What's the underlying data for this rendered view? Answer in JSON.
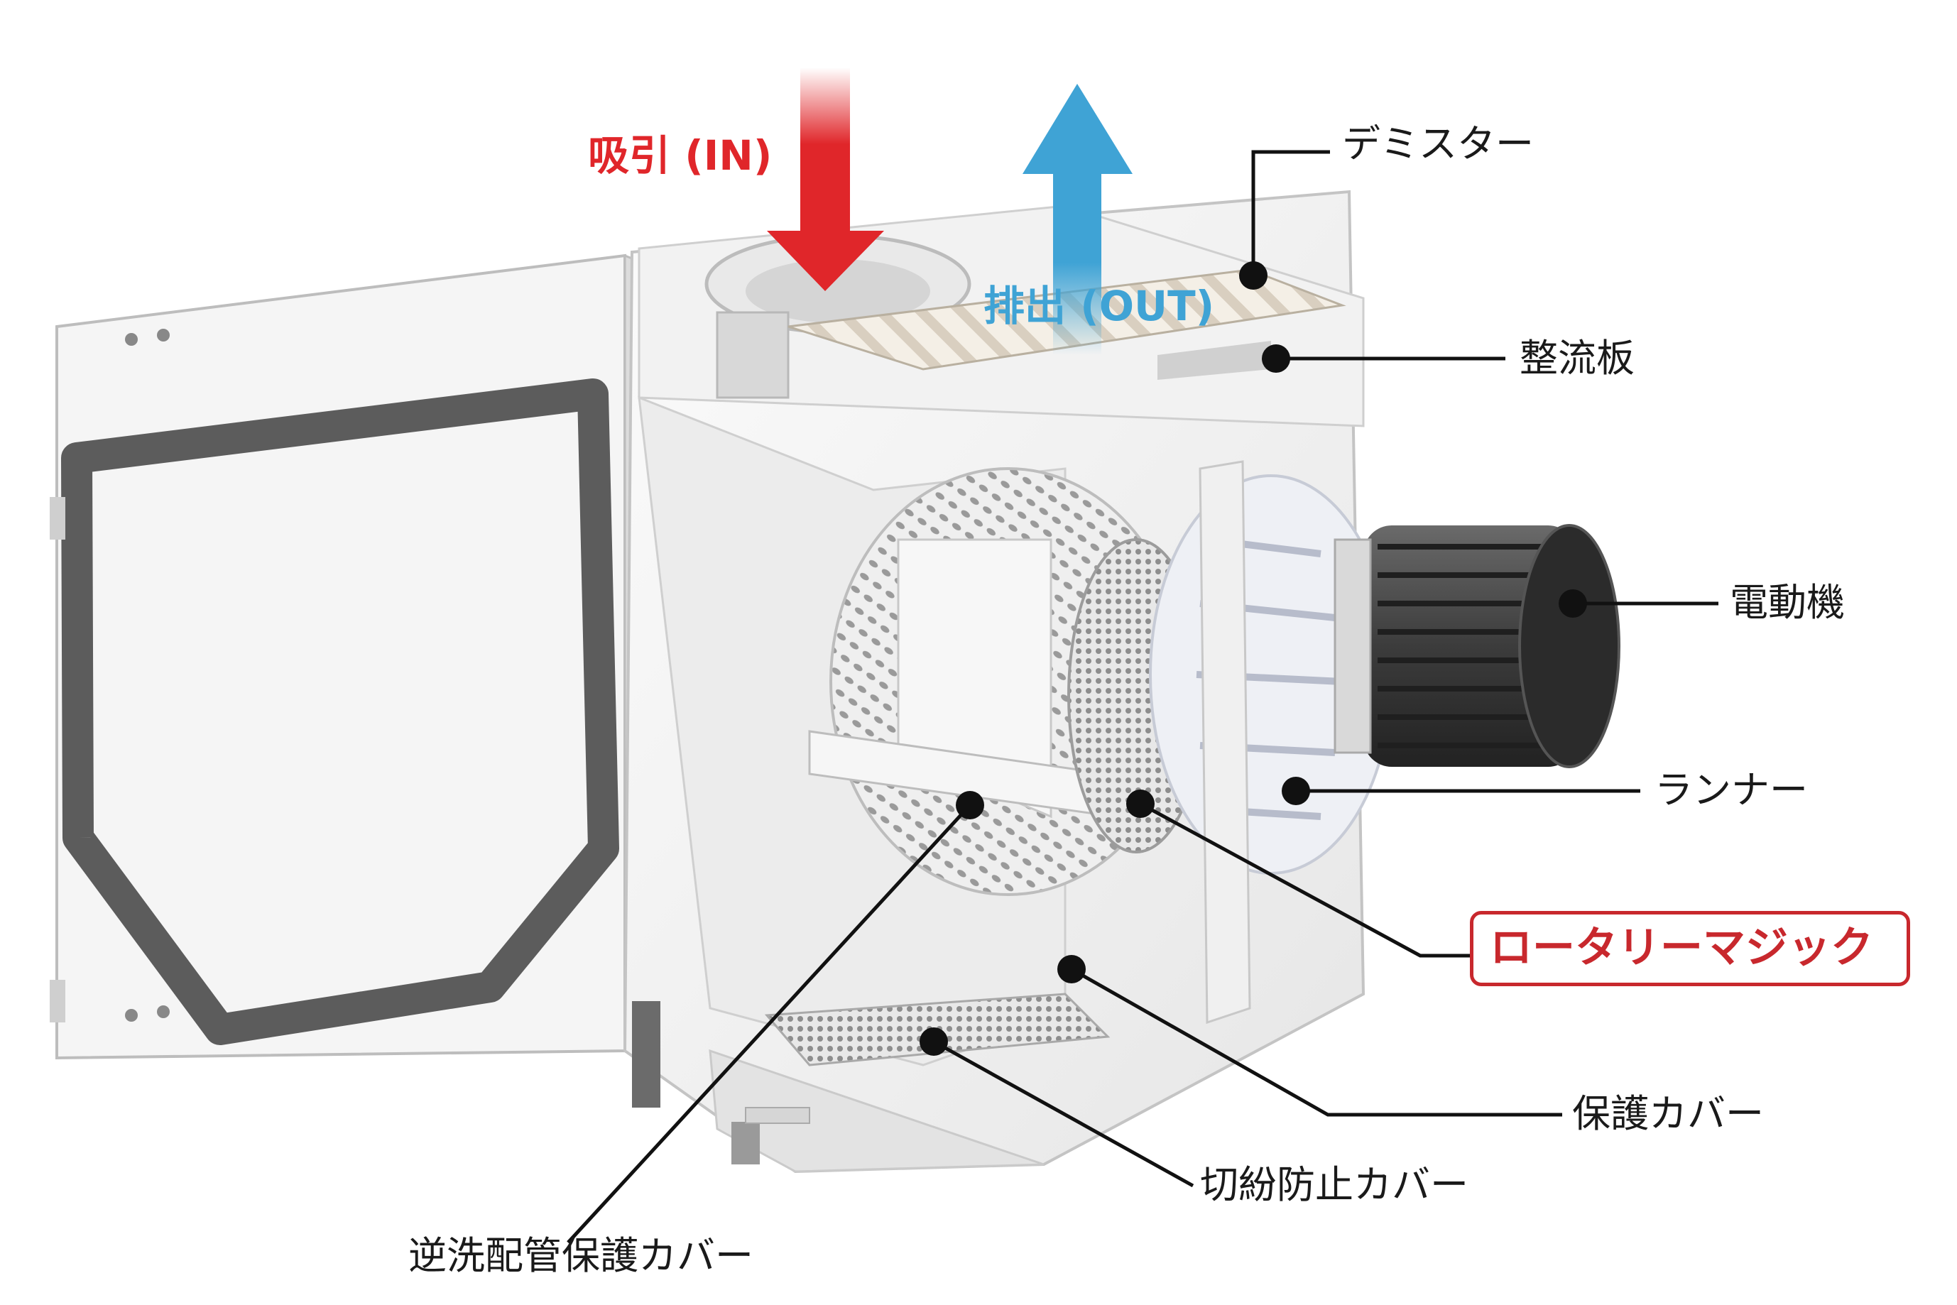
{
  "flows": {
    "inlet": "吸引 (IN)",
    "outlet": "排出 (OUT)"
  },
  "labels": {
    "demister": "デミスター",
    "flow_straightener": "整流板",
    "motor": "電動機",
    "runner": "ランナー",
    "rotary_magic": "ロータリーマジック",
    "protective_cover": "保護カバー",
    "chip_guard_cover": "切紛防止カバー",
    "backwash_pipe_cover": "逆洗配管保護カバー"
  },
  "colors": {
    "inlet_arrow": "#e0262a",
    "outlet_arrow": "#3fa3d5",
    "highlight": "#c8282d",
    "leader_line": "#111111"
  }
}
